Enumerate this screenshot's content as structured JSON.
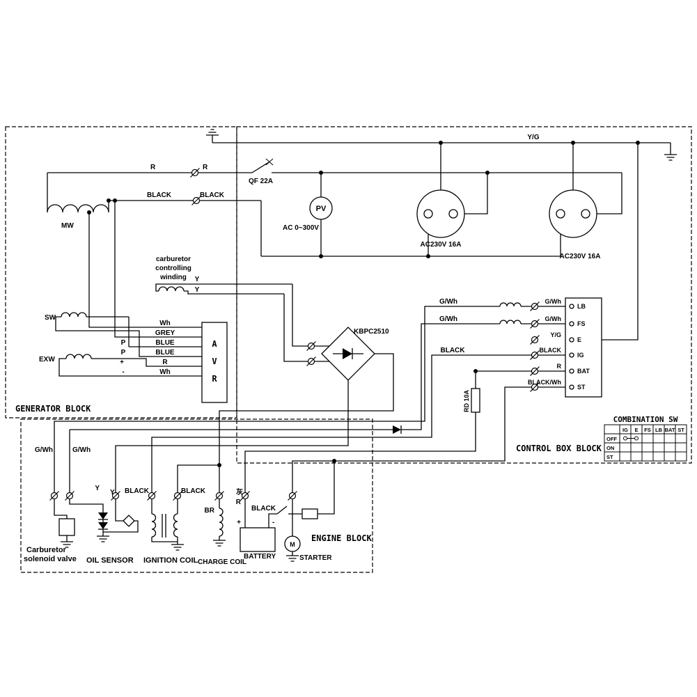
{
  "blocks": {
    "generator": "GENERATOR BLOCK",
    "control_box": "CONTROL BOX BLOCK",
    "engine": "ENGINE BLOCK",
    "combination_sw": "COMBINATION SW"
  },
  "top": {
    "yg": "Y/G",
    "r1": "R",
    "r2": "R",
    "breaker": "QF 22A",
    "meter": "PV",
    "meter_range": "AC 0~300V",
    "black1": "BLACK",
    "black2": "BLACK",
    "socket1": "AC230V 16A",
    "socket2": "AC230V 16A",
    "mw": "MW"
  },
  "carb_winding": {
    "line1": "carburetor",
    "line2": "controlling",
    "line3": "winding",
    "y1": "Y",
    "y2": "Y"
  },
  "avr": {
    "letters": [
      "A",
      "V",
      "R"
    ],
    "inputs": [
      "Wh",
      "GREY",
      "BLUE",
      "BLUE",
      "R",
      "Wh"
    ],
    "pins": [
      "P",
      "P",
      "+",
      "-"
    ],
    "sw": "SW",
    "exw": "EXW"
  },
  "rectifier": {
    "label": "KBPC2510"
  },
  "control": {
    "gwh1": "G/Wh",
    "gwh2": "G/Wh",
    "black": "BLACK",
    "fuse": "RD 10A",
    "wires": [
      "G/Wh",
      "G/Wh",
      "Y/G",
      "BLACK",
      "R",
      "BLACK/Wh"
    ],
    "terminals": [
      "LB",
      "FS",
      "E",
      "IG",
      "BAT",
      "ST"
    ]
  },
  "combo": {
    "columns": [
      "IG",
      "E",
      "FS",
      "LB",
      "BAT",
      "ST"
    ],
    "rows": [
      "OFF",
      "ON",
      "ST"
    ]
  },
  "engine": {
    "gwh1": "G/Wh",
    "gwh2": "G/Wh",
    "y1": "Y",
    "y2": "Y",
    "black1": "BLACK",
    "black2": "BLACK",
    "black3": "BLACK",
    "br": "BR",
    "grey_cn": "灰",
    "r": "R",
    "solenoid1": "Carburetor",
    "solenoid2": "solenoid valve",
    "oil_sensor": "OIL SENSOR",
    "ignition": "IGNITION COIL",
    "charge": "CHARGE COIL",
    "battery": "BATTERY",
    "starter": "STARTER",
    "motor": "M",
    "plus": "+",
    "minus": "-"
  }
}
